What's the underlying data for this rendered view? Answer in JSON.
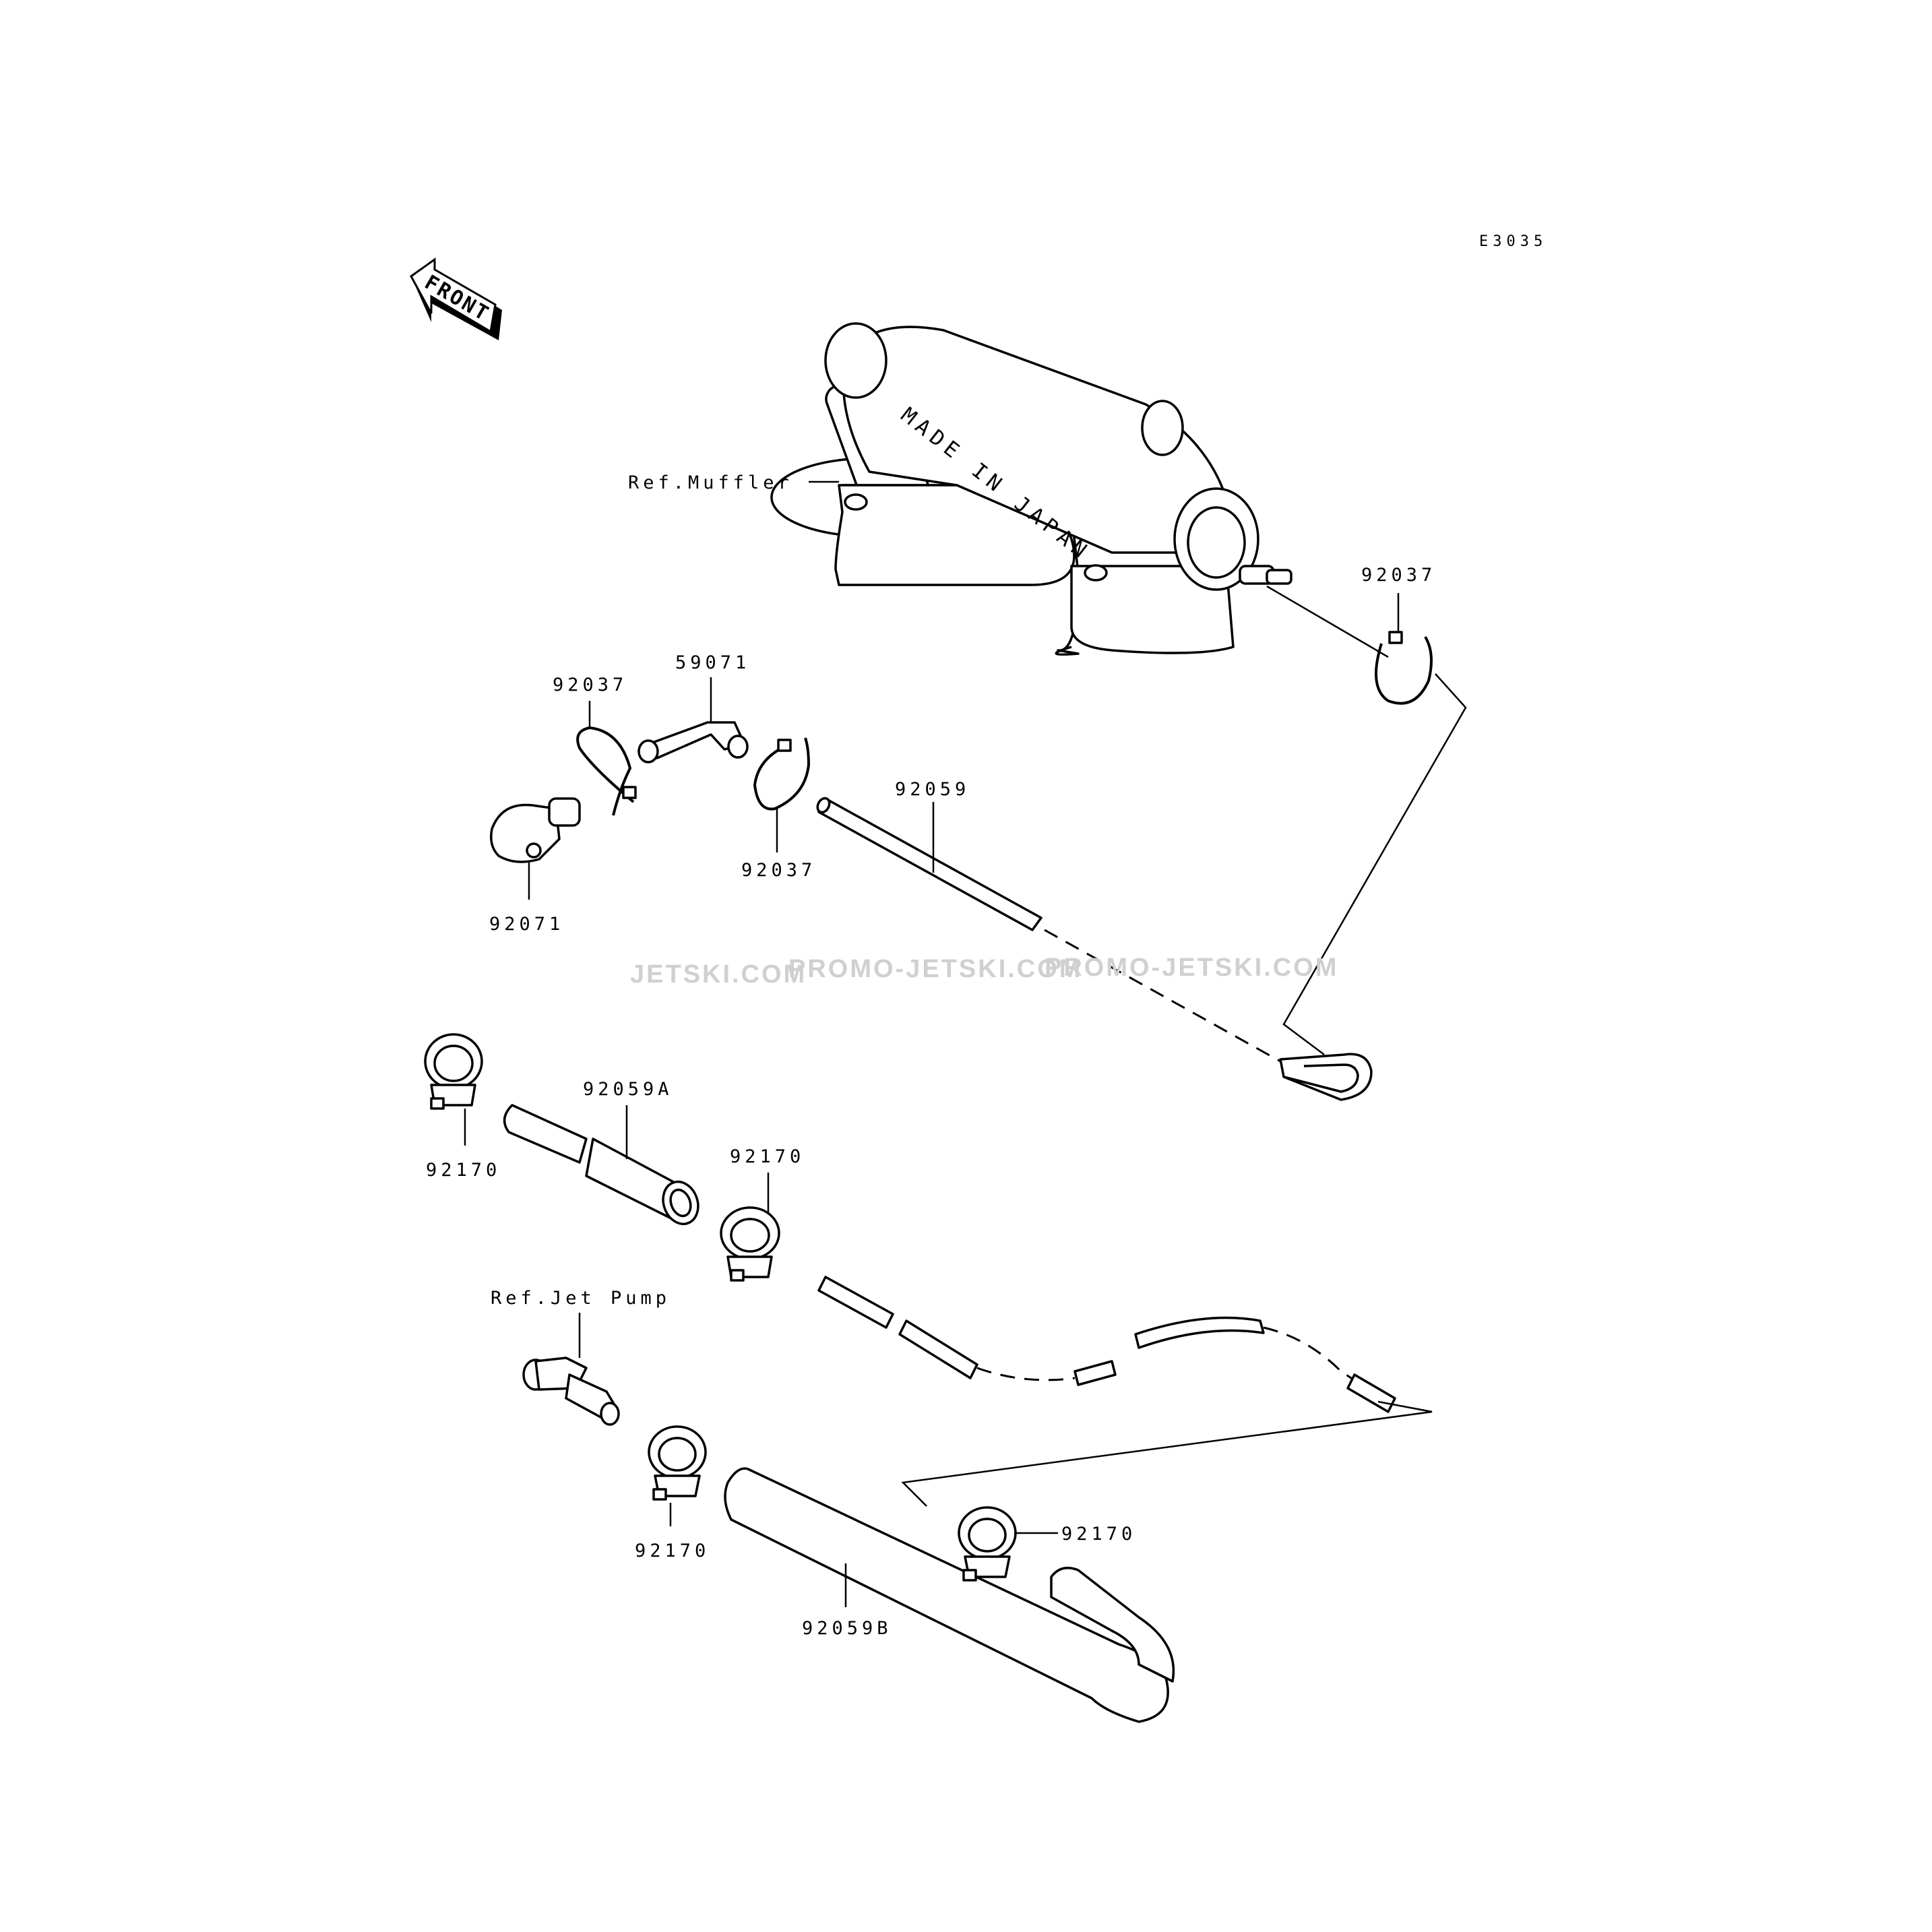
{
  "diagram_code": "E3035",
  "front_label": "FRONT",
  "muffler_stamp": "MADE IN JAPAN",
  "watermark": [
    "JETSKI.COM",
    "PROMO-JETSKI.COM",
    "PROMO-JETSKI.COM"
  ],
  "labels": {
    "ref_muffler": "Ref.Muffler",
    "ref_jet_pump": "Ref.Jet Pump",
    "clamp_upper_right": "92037",
    "clamp_upper_left": "92037",
    "fitting": "59071",
    "clamp_middle": "92037",
    "hose_small": "92059",
    "plug": "92071",
    "band_left": "92170",
    "hose_a": "92059A",
    "band_center": "92170",
    "band_lower": "92170",
    "band_right": "92170",
    "hose_b": "92059B"
  }
}
